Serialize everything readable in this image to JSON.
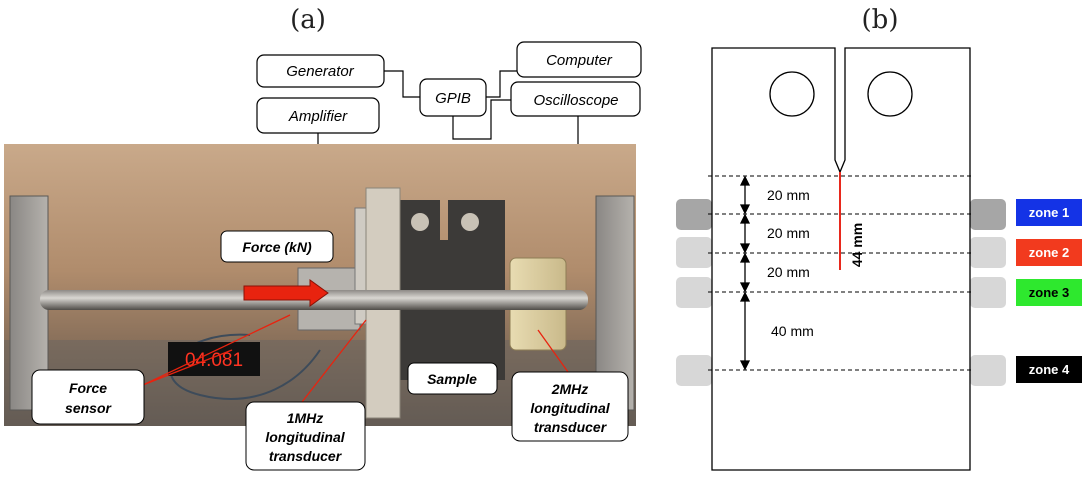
{
  "panels": {
    "a": {
      "label": "(a)",
      "blocks": {
        "generator": "Generator",
        "amplifier": "Amplifier",
        "gpib": "GPIB",
        "computer": "Computer",
        "oscilloscope": "Oscilloscope"
      },
      "callouts": {
        "force": "Force (kN)",
        "force_sensor": [
          "Force",
          "sensor"
        ],
        "transducer_1mhz": [
          "1MHz",
          "longitudinal",
          "transducer"
        ],
        "sample": "Sample",
        "transducer_2mhz": [
          "2MHz",
          "longitudinal",
          "transducer"
        ]
      },
      "display_readout": "04.081"
    },
    "b": {
      "label": "(b)",
      "dimensions": [
        "20 mm",
        "20 mm",
        "20 mm",
        "40 mm"
      ],
      "crack_length": "44 mm",
      "zones": [
        {
          "label": "zone 1",
          "color": "#1433e6",
          "text_color": "#ffffff"
        },
        {
          "label": "zone 2",
          "color": "#f23a1e",
          "text_color": "#ffffff"
        },
        {
          "label": "zone 3",
          "color": "#2ee82e",
          "text_color": "#000000"
        },
        {
          "label": "zone 4",
          "color": "#000000",
          "text_color": "#ffffff"
        }
      ],
      "crack_color": "#e8281c"
    }
  }
}
